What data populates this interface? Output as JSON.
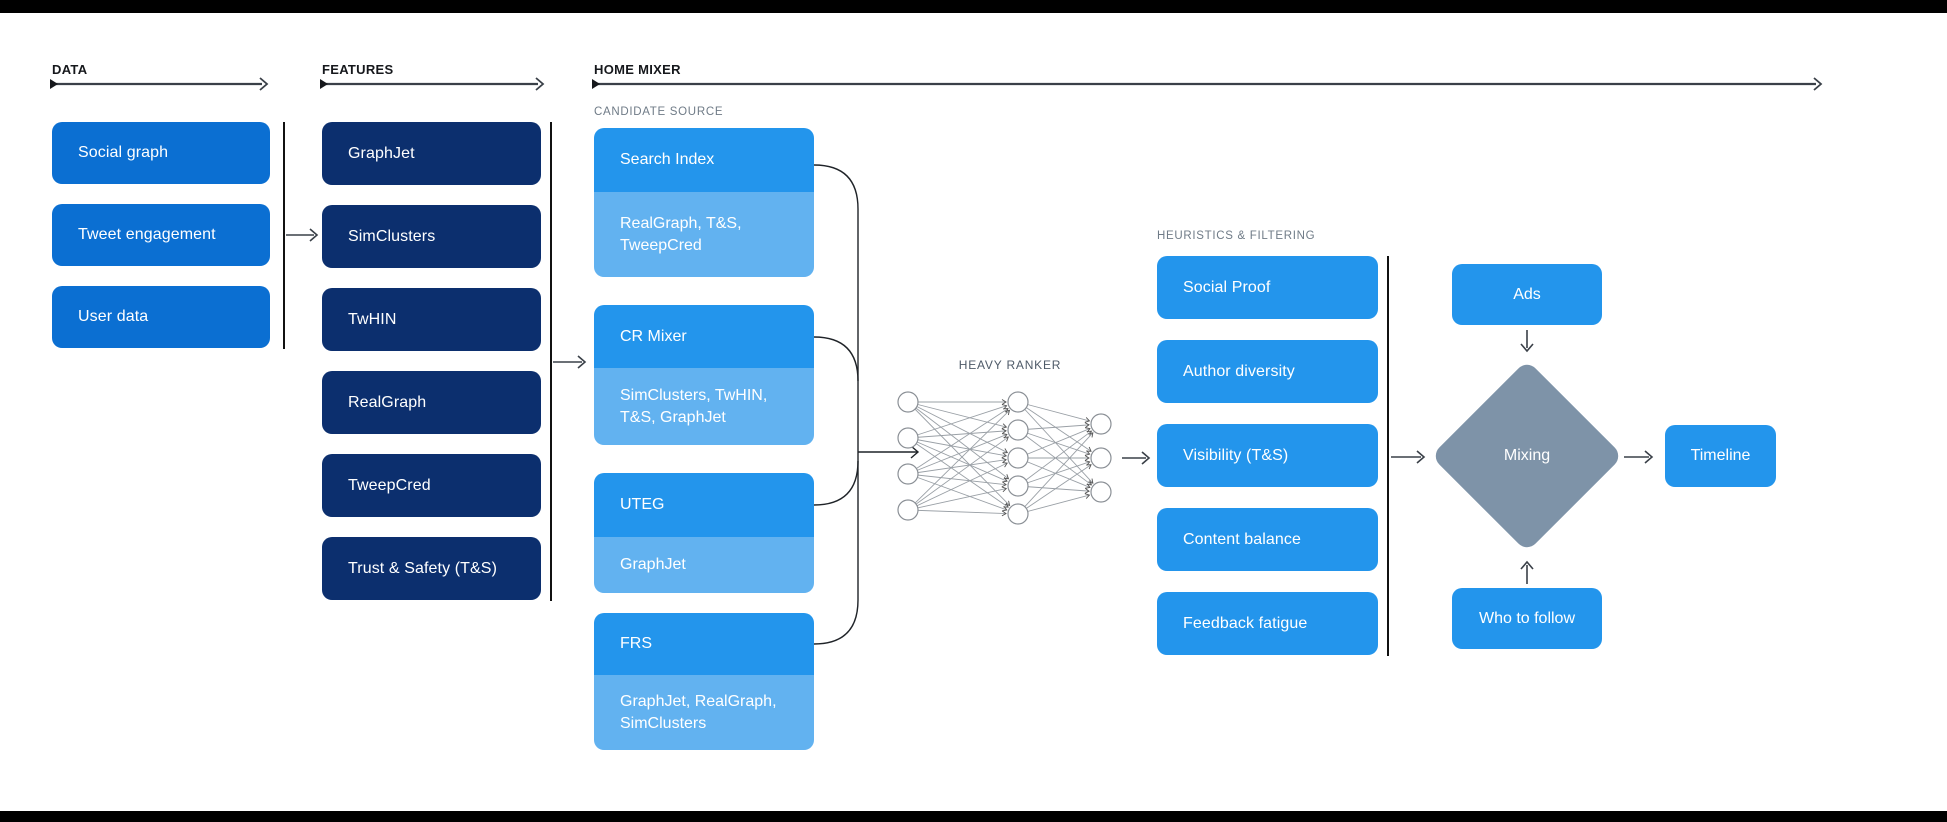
{
  "colors": {
    "data_blue": "#0b6fd2",
    "feature_navy": "#0c2f6e",
    "mixer_blue": "#2395ec",
    "mixer_light": "#62b2f0",
    "diamond_gray": "#7e93a8"
  },
  "sections": {
    "data": {
      "label": "DATA",
      "boxes": [
        "Social graph",
        "Tweet engagement",
        "User data"
      ]
    },
    "features": {
      "label": "FEATURES",
      "boxes": [
        "GraphJet",
        "SimClusters",
        "TwHIN",
        "RealGraph",
        "TweepCred",
        "Trust & Safety (T&S)"
      ]
    },
    "home_mixer": {
      "label": "HOME MIXER",
      "candidate_source": {
        "label": "CANDIDATE SOURCE",
        "cards": [
          {
            "title": "Search Index",
            "sources": "RealGraph, T&S, TweepCred"
          },
          {
            "title": "CR Mixer",
            "sources": "SimClusters, TwHIN, T&S, GraphJet"
          },
          {
            "title": "UTEG",
            "sources": "GraphJet"
          },
          {
            "title": "FRS",
            "sources": "GraphJet, RealGraph, SimClusters"
          }
        ]
      },
      "heavy_ranker": {
        "label": "HEAVY RANKER"
      },
      "heuristics": {
        "label": "HEURISTICS & FILTERING",
        "boxes": [
          "Social Proof",
          "Author diversity",
          "Visibility (T&S)",
          "Content balance",
          "Feedback fatigue"
        ]
      },
      "mixing": {
        "ads": "Ads",
        "diamond": "Mixing",
        "who_to_follow": "Who to follow",
        "timeline": "Timeline"
      }
    }
  }
}
